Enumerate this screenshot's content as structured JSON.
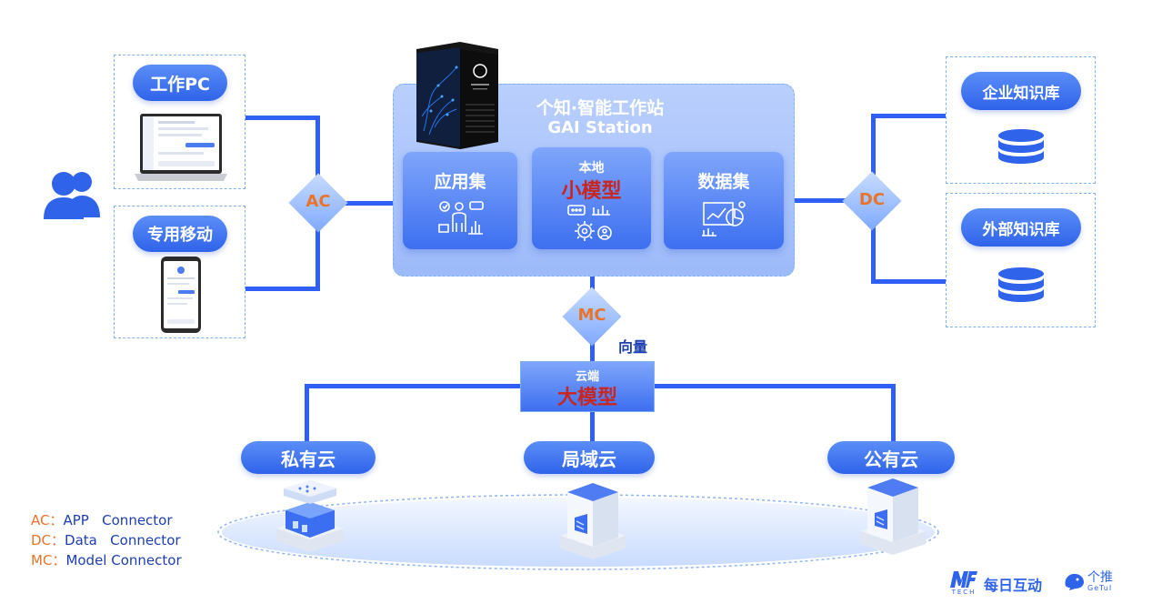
{
  "devices": {
    "pc_label": "工作PC",
    "mobile_label": "专用移动"
  },
  "connectors": {
    "ac": "AC",
    "dc": "DC",
    "mc": "MC"
  },
  "station": {
    "title": "个知·智能工作站",
    "subtitle": "GAI Station",
    "modules": {
      "app_set": "应用集",
      "local_top": "本地",
      "local_main": "小模型",
      "data_set": "数据集"
    }
  },
  "knowledge": {
    "enterprise": "企业知识库",
    "external": "外部知识库"
  },
  "vector_label": "向量",
  "cloud_model": {
    "top": "云端",
    "main": "大模型"
  },
  "clouds": {
    "private": "私有云",
    "domain": "局域云",
    "public": "公有云"
  },
  "legend": [
    {
      "key": "AC",
      "sep": "：",
      "text": "APP   Connector"
    },
    {
      "key": "DC",
      "sep": "：",
      "text": "Data   Connector"
    },
    {
      "key": "MC",
      "sep": "：",
      "text": "Model Connector"
    }
  ],
  "brand": {
    "logo_text": "每日互动",
    "sub_logo": "个推",
    "sub_logo_en": "GeTuI",
    "m_logo_sub": "TECH"
  },
  "colors": {
    "primary": "#2f5ff5",
    "accent": "#e8742c",
    "red": "#c8261f"
  }
}
